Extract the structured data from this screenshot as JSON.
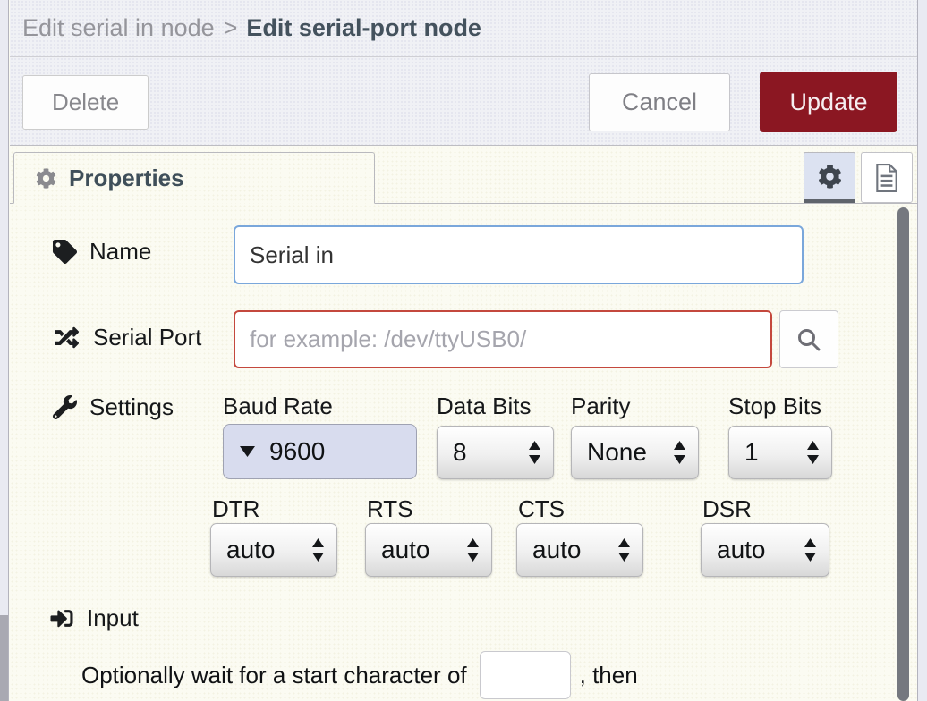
{
  "header": {
    "breadcrumb_parent": "Edit serial in node",
    "breadcrumb_separator": ">",
    "breadcrumb_current": "Edit serial-port node"
  },
  "toolbar": {
    "delete_label": "Delete",
    "cancel_label": "Cancel",
    "update_label": "Update"
  },
  "tabs": {
    "properties_label": "Properties"
  },
  "form": {
    "name": {
      "label": "Name",
      "value": "Serial in"
    },
    "serial_port": {
      "label": "Serial Port",
      "placeholder": "for example: /dev/ttyUSB0/"
    },
    "settings": {
      "label": "Settings",
      "baud_rate": {
        "label": "Baud Rate",
        "value": "9600"
      },
      "data_bits": {
        "label": "Data Bits",
        "value": "8"
      },
      "parity": {
        "label": "Parity",
        "value": "None"
      },
      "stop_bits": {
        "label": "Stop Bits",
        "value": "1"
      },
      "dtr": {
        "label": "DTR",
        "value": "auto"
      },
      "rts": {
        "label": "RTS",
        "value": "auto"
      },
      "cts": {
        "label": "CTS",
        "value": "auto"
      },
      "dsr": {
        "label": "DSR",
        "value": "auto"
      }
    },
    "input_section": {
      "label": "Input",
      "wait_text_before": "Optionally wait for a start character of",
      "wait_text_after": ", then",
      "start_char_value": ""
    }
  },
  "colors": {
    "update_button": "#8b1722",
    "name_input_border": "#7aa7db",
    "port_input_border": "#c4483d",
    "baud_select_bg": "#d8dcee",
    "header_text": "#44525d"
  }
}
